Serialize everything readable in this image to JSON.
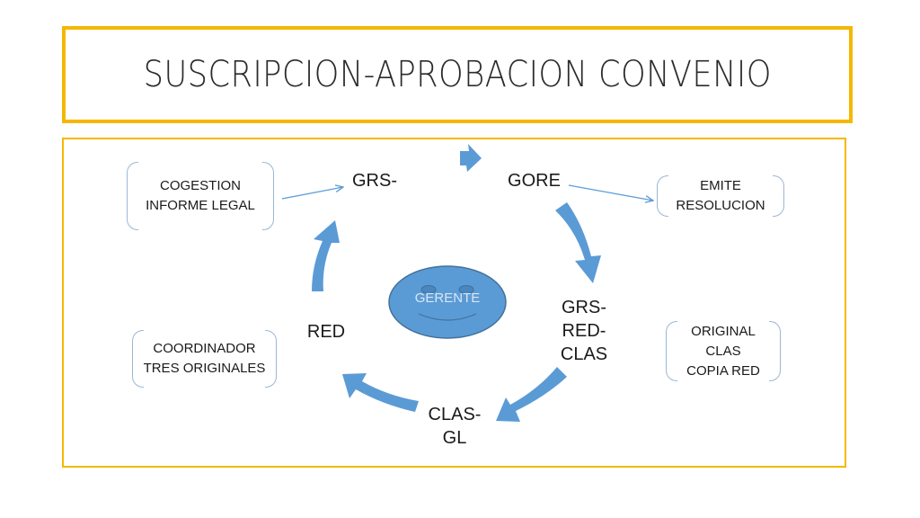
{
  "title": "SUSCRIPCION-APROBACION CONVENIO",
  "nodes": {
    "grs": "GRS-",
    "gore": "GORE",
    "grs_red_clas": [
      "GRS-",
      "RED-",
      "CLAS"
    ],
    "clas_gl": [
      "CLAS-",
      "GL"
    ],
    "red": "RED"
  },
  "center": {
    "label": "GERENTE"
  },
  "notes": {
    "cogestion": [
      "COGESTION",
      "INFORME LEGAL"
    ],
    "emite": [
      "EMITE",
      "RESOLUCION"
    ],
    "coordinador": [
      "COORDINADOR",
      "TRES ORIGINALES"
    ],
    "original": [
      "ORIGINAL",
      "CLAS",
      "COPIA RED"
    ]
  },
  "colors": {
    "frame": "#f5b800",
    "arrow": "#5b9bd5",
    "face": "#5b9bd5",
    "face_outline": "#41719c"
  }
}
